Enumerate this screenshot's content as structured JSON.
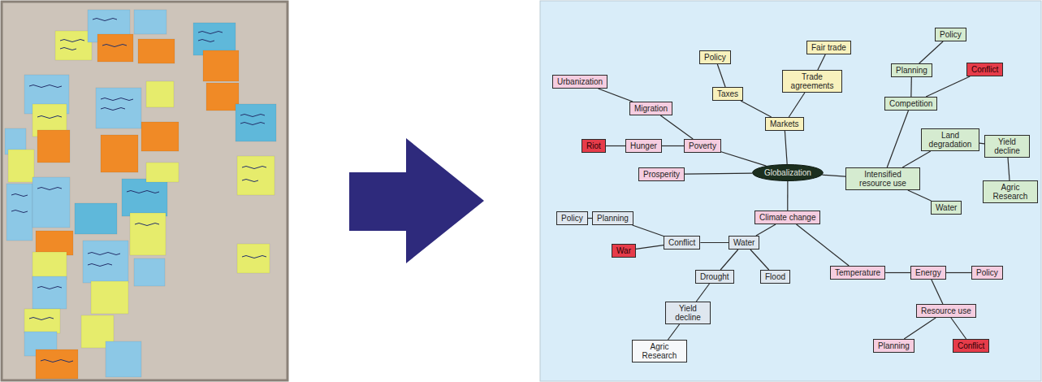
{
  "diagram": {
    "nodes": [
      {
        "text": [
          "Globalization"
        ]
      },
      {
        "text": [
          "Markets"
        ]
      },
      {
        "text": [
          "Taxes"
        ]
      },
      {
        "text": [
          "Policy"
        ]
      },
      {
        "text": [
          "Trade agreements"
        ]
      },
      {
        "text": [
          "Fair trade"
        ]
      },
      {
        "text": [
          "Poverty"
        ]
      },
      {
        "text": [
          "Migration"
        ]
      },
      {
        "text": [
          "Urbanization"
        ]
      },
      {
        "text": [
          "Hunger"
        ]
      },
      {
        "text": [
          "Riot"
        ]
      },
      {
        "text": [
          "Prosperity"
        ]
      },
      {
        "text": [
          "Intensified resource use"
        ]
      },
      {
        "text": [
          "Competition"
        ]
      },
      {
        "text": [
          "Planning"
        ]
      },
      {
        "text": [
          "Policy"
        ]
      },
      {
        "text": [
          "Conflict"
        ]
      },
      {
        "text": [
          "Land degradation"
        ]
      },
      {
        "text": [
          "Yield decline"
        ]
      },
      {
        "text": [
          "Agric Research"
        ]
      },
      {
        "text": [
          "Water"
        ]
      },
      {
        "text": [
          "Climate change"
        ]
      },
      {
        "text": [
          "Water"
        ]
      },
      {
        "text": [
          "Conflict"
        ]
      },
      {
        "text": [
          "Planning"
        ]
      },
      {
        "text": [
          "Policy"
        ]
      },
      {
        "text": [
          "War"
        ]
      },
      {
        "text": [
          "Drought"
        ]
      },
      {
        "text": [
          "Flood"
        ]
      },
      {
        "text": [
          "Yield decline"
        ]
      },
      {
        "text": [
          "Agric Research"
        ]
      },
      {
        "text": [
          "Temperature"
        ]
      },
      {
        "text": [
          "Energy"
        ]
      },
      {
        "text": [
          "Policy"
        ]
      },
      {
        "text": [
          "Resource use"
        ]
      },
      {
        "text": [
          "Planning"
        ]
      },
      {
        "text": [
          "Conflict"
        ]
      }
    ],
    "edges": [
      {
        "from": 0,
        "to": 1,
        "arrow": "none"
      },
      {
        "from": 1,
        "to": 2,
        "arrow": "none"
      },
      {
        "from": 2,
        "to": 3,
        "arrow": "none"
      },
      {
        "from": 1,
        "to": 4,
        "arrow": "none"
      },
      {
        "from": 4,
        "to": 5,
        "arrow": "none"
      },
      {
        "from": 0,
        "to": 6,
        "arrow": "none"
      },
      {
        "from": 6,
        "to": 7,
        "arrow": "none"
      },
      {
        "from": 7,
        "to": 8,
        "arrow": "none"
      },
      {
        "from": 6,
        "to": 9,
        "arrow": "none"
      },
      {
        "from": 9,
        "to": 10,
        "arrow": "none"
      },
      {
        "from": 0,
        "to": 11,
        "arrow": "none"
      },
      {
        "from": 0,
        "to": 12,
        "arrow": "none"
      },
      {
        "from": 12,
        "to": 13,
        "arrow": "none"
      },
      {
        "from": 13,
        "to": 14,
        "arrow": "none"
      },
      {
        "from": 14,
        "to": 15,
        "arrow": "none"
      },
      {
        "from": 13,
        "to": 16,
        "arrow": "none"
      },
      {
        "from": 12,
        "to": 17,
        "arrow": "none"
      },
      {
        "from": 17,
        "to": 18,
        "arrow": "none"
      },
      {
        "from": 18,
        "to": 19,
        "arrow": "none"
      },
      {
        "from": 12,
        "to": 20,
        "arrow": "none"
      },
      {
        "from": 0,
        "to": 21,
        "arrow": "none"
      },
      {
        "from": 21,
        "to": 22,
        "arrow": "none"
      },
      {
        "from": 22,
        "to": 23,
        "arrow": "none"
      },
      {
        "from": 23,
        "to": 24,
        "arrow": "none"
      },
      {
        "from": 24,
        "to": 25,
        "arrow": "none"
      },
      {
        "from": 23,
        "to": 26,
        "arrow": "none"
      },
      {
        "from": 22,
        "to": 27,
        "arrow": "none"
      },
      {
        "from": 22,
        "to": 28,
        "arrow": "none"
      },
      {
        "from": 27,
        "to": 29,
        "arrow": "none"
      },
      {
        "from": 29,
        "to": 30,
        "arrow": "none"
      },
      {
        "from": 21,
        "to": 31,
        "arrow": "none"
      },
      {
        "from": 31,
        "to": 32,
        "arrow": "none"
      },
      {
        "from": 32,
        "to": 33,
        "arrow": "none"
      },
      {
        "from": 32,
        "to": 34,
        "arrow": "none"
      },
      {
        "from": 34,
        "to": 35,
        "arrow": "none"
      },
      {
        "from": 34,
        "to": 36,
        "arrow": "none"
      }
    ]
  }
}
